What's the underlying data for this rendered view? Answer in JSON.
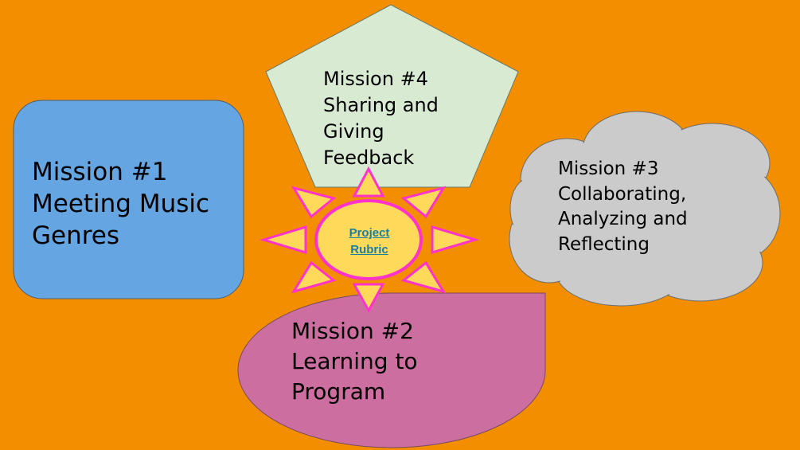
{
  "colors": {
    "background": "#f28e00",
    "mission1_fill": "#64a5e2",
    "mission2_fill": "#cc6e9f",
    "mission3_fill": "#cbcbcb",
    "mission4_fill": "#d9ead3",
    "sun_fill": "#ffd95a",
    "sun_stroke": "#ff33cc",
    "link": "#1a7fa3"
  },
  "mission1": {
    "line1": "Mission #1",
    "line2": "Meeting Music",
    "line3": "Genres"
  },
  "mission2": {
    "line1": "Mission #2",
    "line2": "Learning to",
    "line3": "Program"
  },
  "mission3": {
    "line1": "Mission #3",
    "line2": "Collaborating,",
    "line3": "Analyzing and",
    "line4": "Reflecting"
  },
  "mission4": {
    "line1": "Mission #4",
    "line2": "Sharing and",
    "line3": "Giving",
    "line4": "Feedback"
  },
  "sun": {
    "line1": "Project",
    "line2": "Rubric"
  }
}
